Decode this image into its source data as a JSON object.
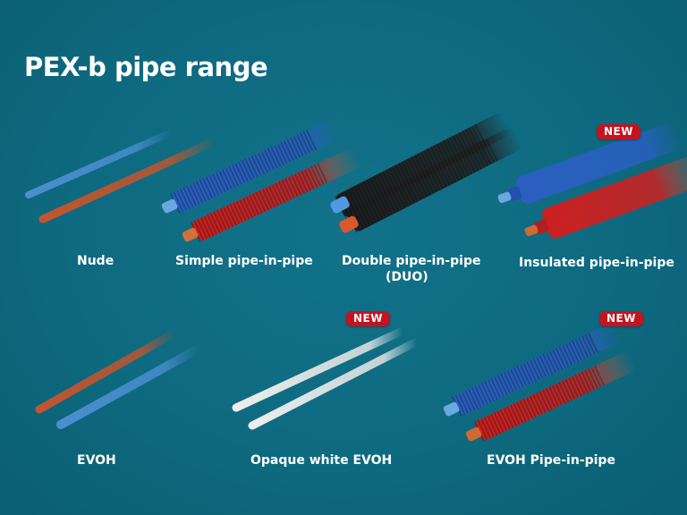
{
  "title": "PEX-b pipe range",
  "badge_label": "NEW",
  "colors": {
    "background": "#0f6a80",
    "badge": "#c4141f",
    "pipe_blue": "#2f6fc4",
    "pipe_red": "#c8281f",
    "pipe_black": "#1e1e1e",
    "pipe_white": "#e6e6e6",
    "pipe_orange": "#c2552d"
  },
  "products": [
    {
      "name": "Nude",
      "new": false
    },
    {
      "name": "Simple pipe-in-pipe",
      "new": false
    },
    {
      "name": "Double pipe-in-pipe",
      "subtitle": "(DUO)",
      "new": false
    },
    {
      "name": "Insulated pipe-in-pipe",
      "new": true
    },
    {
      "name": "EVOH",
      "new": false
    },
    {
      "name": "Opaque white EVOH",
      "new": true
    },
    {
      "name": "EVOH Pipe-in-pipe",
      "new": true
    }
  ]
}
